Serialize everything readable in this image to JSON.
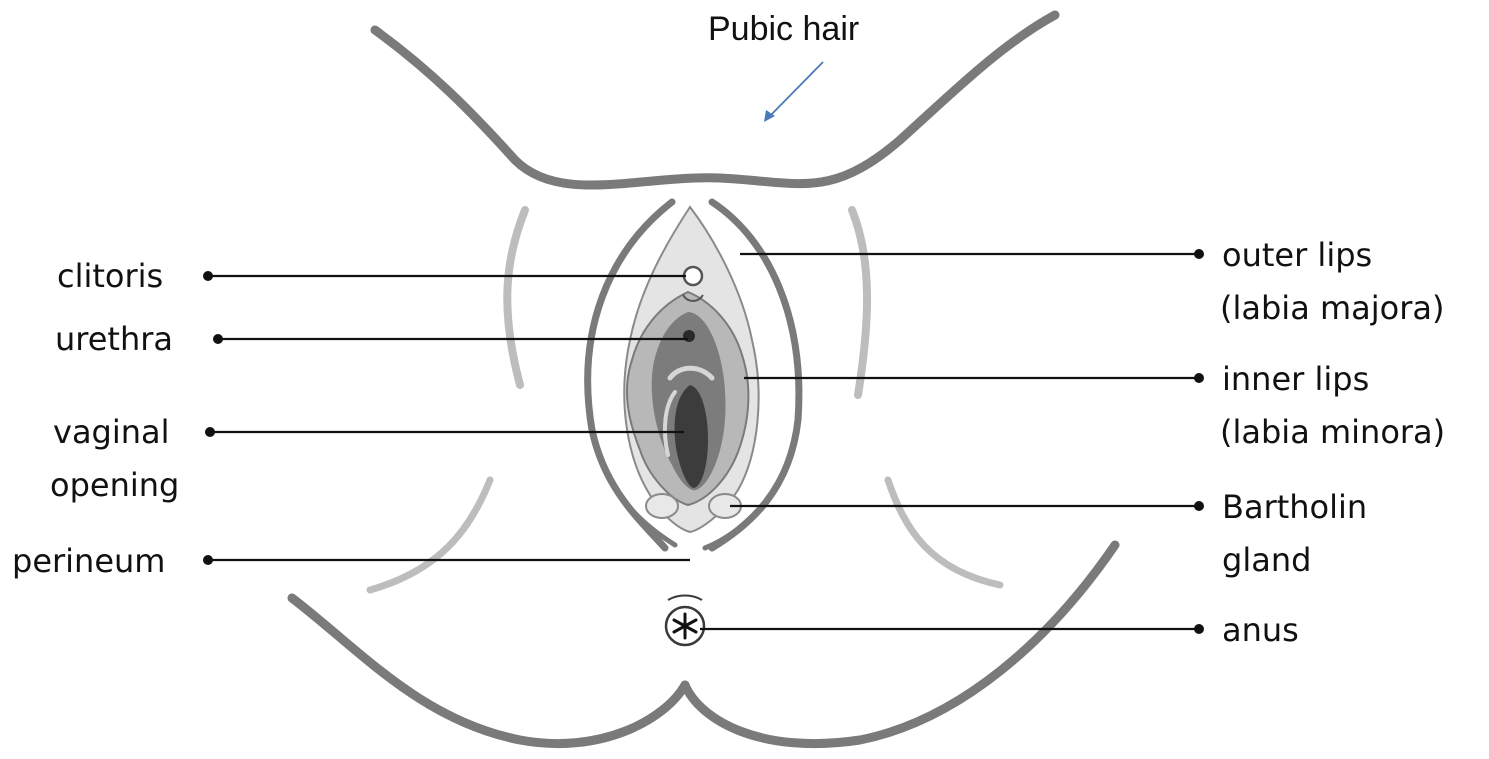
{
  "diagram": {
    "top_label": "Pubic hair",
    "left_labels": {
      "clitoris": "clitoris",
      "urethra": "urethra",
      "vaginal_opening_line1": "vaginal",
      "vaginal_opening_line2": "opening",
      "perineum": "perineum"
    },
    "right_labels": {
      "outer_lips_line1": "outer lips",
      "outer_lips_line2": "(labia majora)",
      "inner_lips_line1": "inner lips",
      "inner_lips_line2": "(labia minora)",
      "bartholin_line1": "Bartholin",
      "bartholin_line2": "gland",
      "anus": "anus"
    },
    "colors": {
      "outline": "#7a7a7a",
      "light_outline": "#bdbdbd",
      "leader_line": "#111111",
      "arrow": "#4a7ab8",
      "labia_fill_light": "#e4e4e4",
      "labia_fill_mid": "#b8b8b8",
      "labia_fill_dark": "#7c7c7c",
      "opening_fill": "#3c3c3c"
    }
  }
}
